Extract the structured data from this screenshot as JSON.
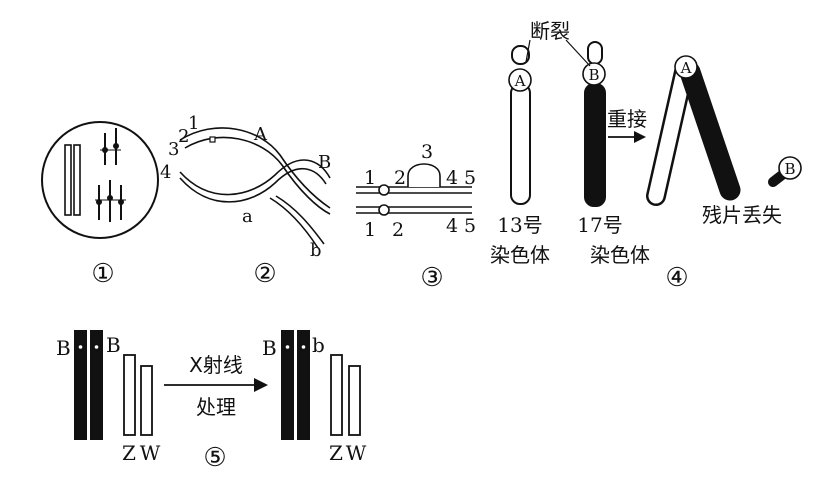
{
  "panel1": {
    "number": "①"
  },
  "panel2": {
    "number": "②",
    "strand_labels": [
      "1",
      "2",
      "3",
      "4"
    ],
    "letters": [
      "A",
      "B",
      "a",
      "b"
    ]
  },
  "panel3": {
    "number": "③",
    "top_labels": [
      "1",
      "2",
      "3",
      "4",
      "5"
    ],
    "bottom_labels": [
      "1",
      "2",
      "4",
      "5"
    ]
  },
  "panel4": {
    "number": "④",
    "break_label": "断裂",
    "rejoin_label": "重接",
    "lost_label": "残片丢失",
    "gene_a": "A",
    "gene_b": "B",
    "chrom13": [
      "13号",
      "染色体"
    ],
    "chrom17": [
      "17号",
      "染色体"
    ]
  },
  "panel5": {
    "number": "⑤",
    "before": {
      "left": "B",
      "right": "B"
    },
    "after": {
      "left": "B",
      "right": "b"
    },
    "sex_z": "Z",
    "sex_w": "W",
    "treatment": [
      "X射线",
      "处理"
    ]
  }
}
